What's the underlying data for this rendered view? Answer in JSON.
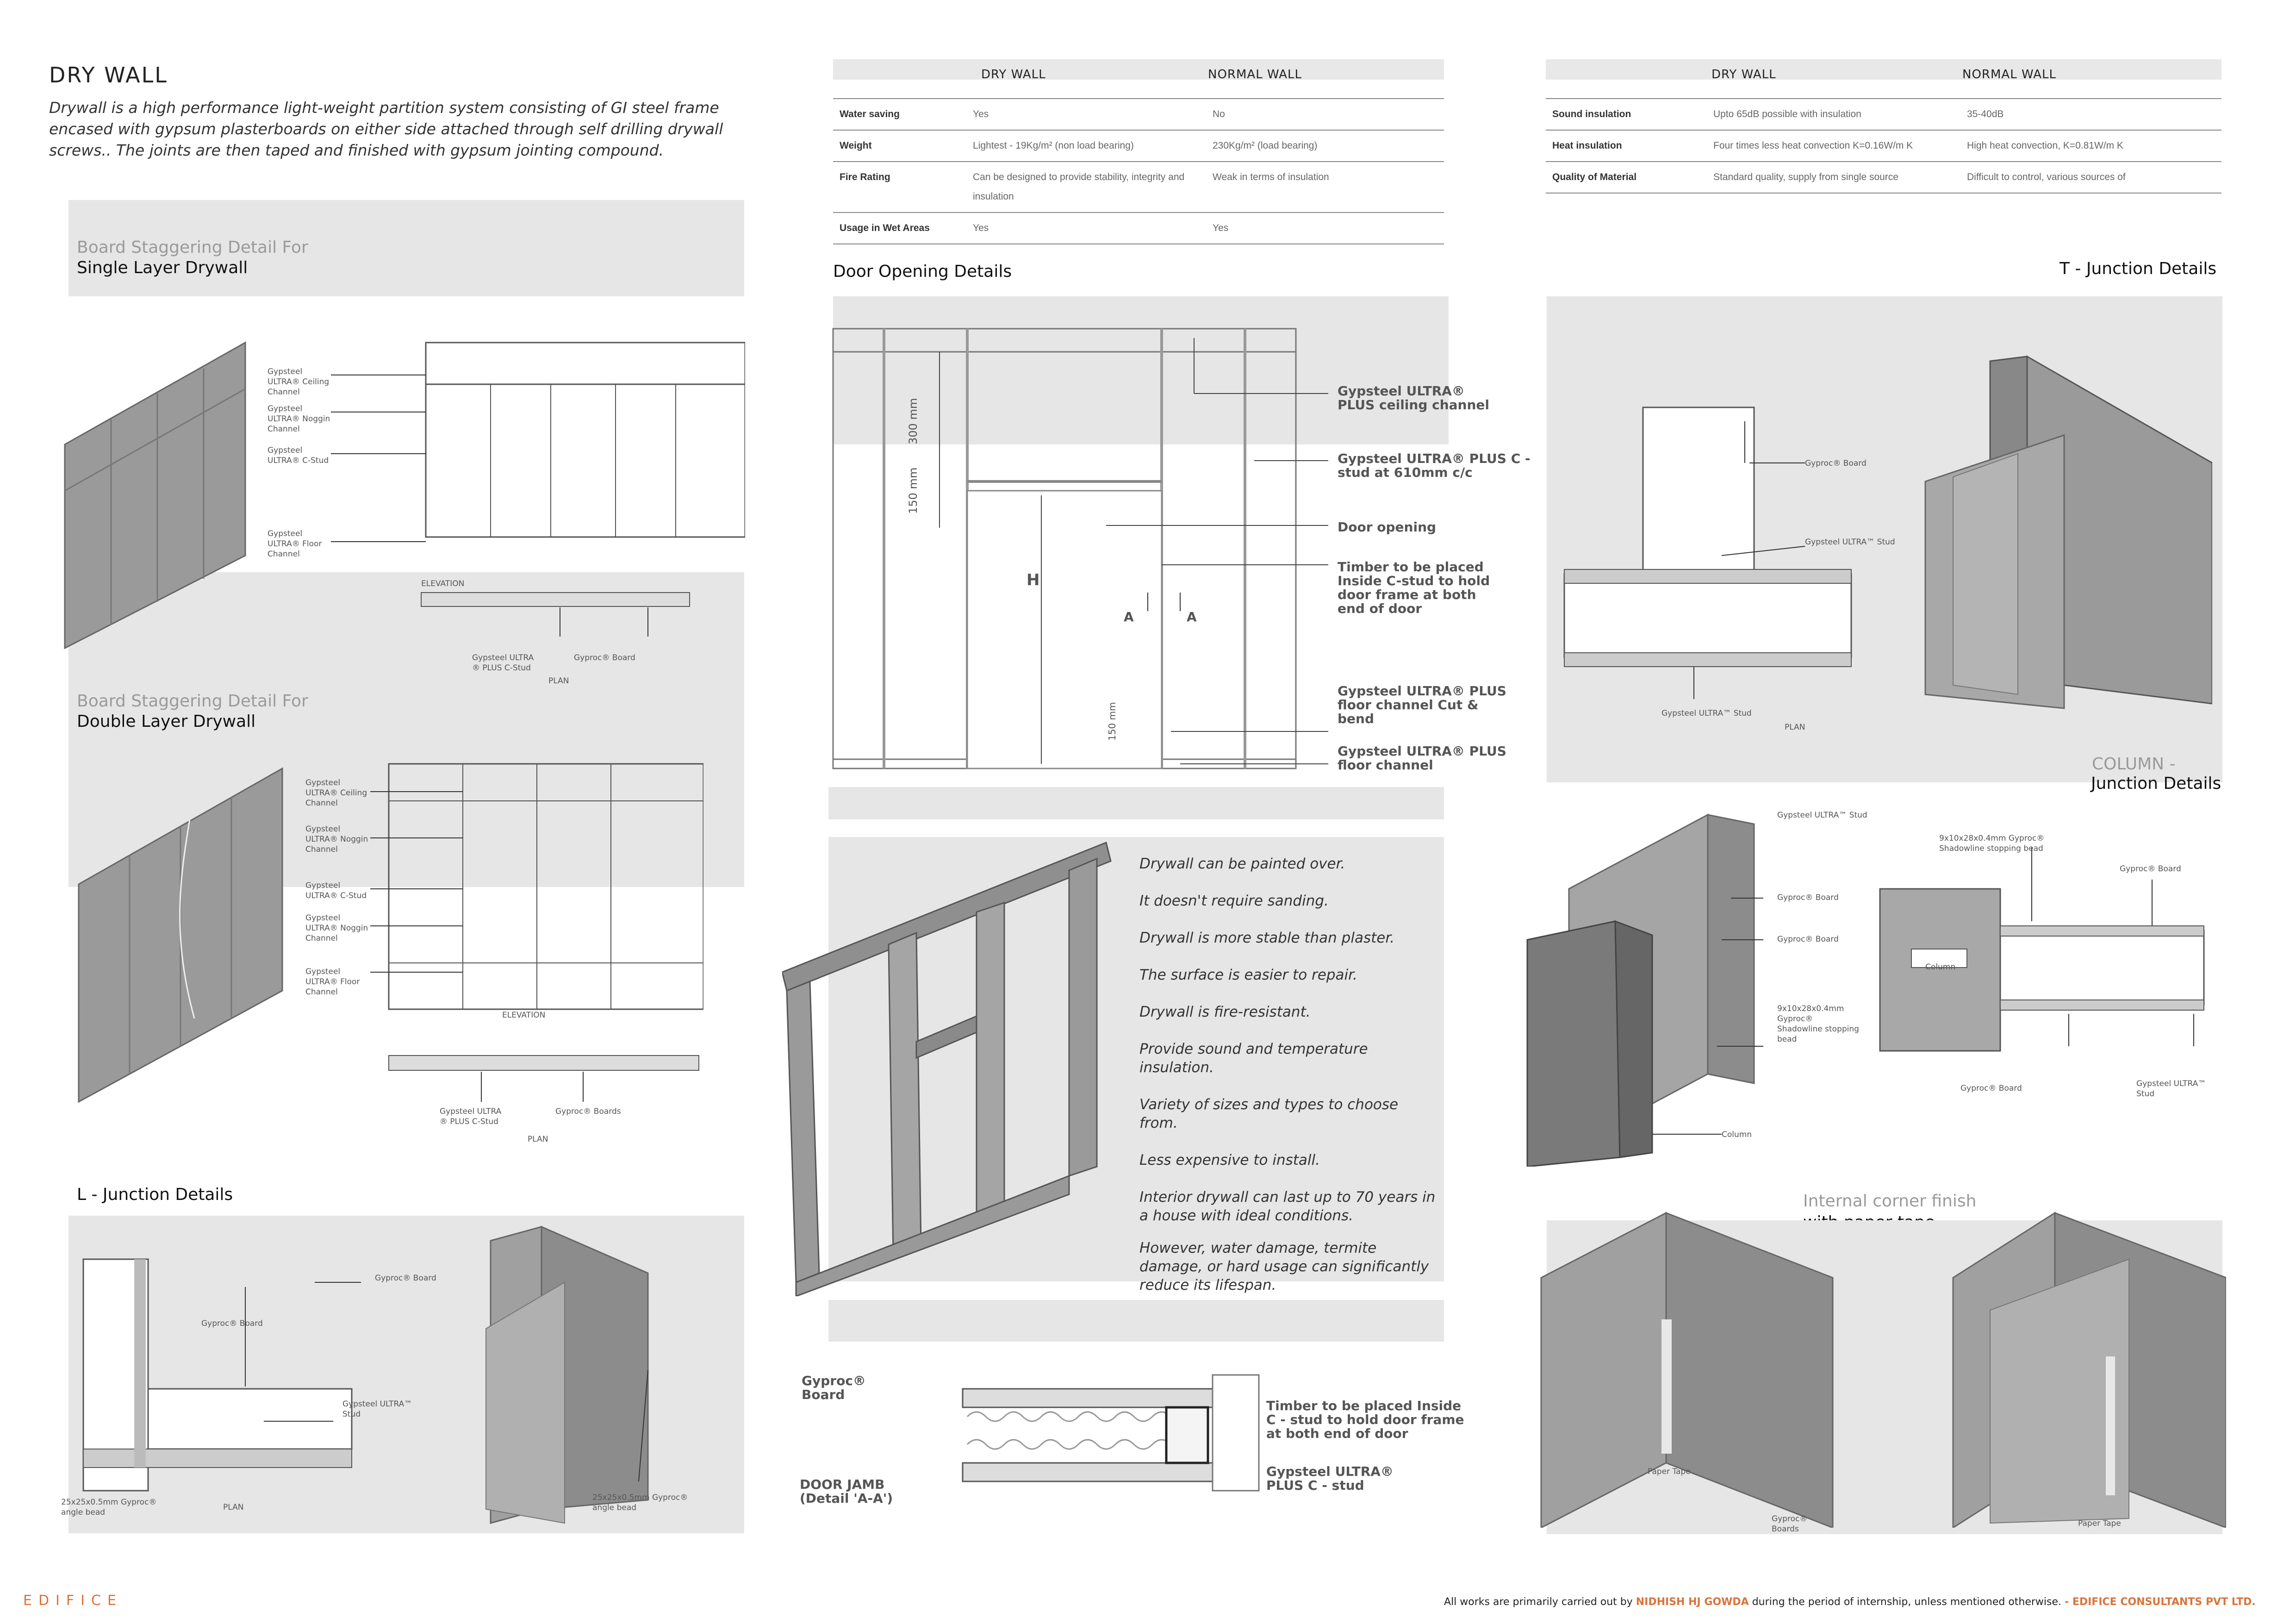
{
  "header": {
    "title": "DRY WALL",
    "intro": "Drywall is a high performance light-weight partition system  consisting of GI steel frame encased with gypsum plasterboards on either side attached through self drilling drywall screws.. The joints are then taped and finished with gypsum jointing compound."
  },
  "table1": {
    "col1": "DRY WALL",
    "col2": "NORMAL WALL",
    "rows": [
      {
        "k": "Water saving",
        "a": "Yes",
        "b": "No"
      },
      {
        "k": "Weight",
        "a": "Lightest - 19Kg/m² (non load bearing)",
        "b": "230Kg/m² (load bearing)"
      },
      {
        "k": "Fire Rating",
        "a": "Can be designed to provide stability, integrity and insulation",
        "b": "Weak in terms of insulation"
      },
      {
        "k": "Usage in Wet Areas",
        "a": "Yes",
        "b": "Yes"
      }
    ]
  },
  "table2": {
    "col1": "DRY WALL",
    "col2": "NORMAL WALL",
    "rows": [
      {
        "k": "Sound insulation",
        "a": "Upto 65dB possible with insulation",
        "b": "35-40dB"
      },
      {
        "k": "Heat insulation",
        "a": "Four times less heat convection K=0.16W/m K",
        "b": "High heat convection, K=0.81W/m K"
      },
      {
        "k": "Quality of Material",
        "a": "Standard quality, supply from single source",
        "b": "Difficult to control, various sources of"
      }
    ]
  },
  "sections": {
    "single_pre": "Board Staggering Detail For",
    "single": "Single Layer Drywall",
    "double_pre": "Board Staggering Detail For",
    "double": "Double Layer Drywall",
    "l_junction": "L - Junction Details",
    "door_opening": "Door Opening Details",
    "t_junction": "T - Junction Details",
    "column_pre": "COLUMN -",
    "column": "Junction Details",
    "corner_pre": "Internal corner finish",
    "corner": "with paper tape"
  },
  "single_labels": {
    "ceiling": "Gypsteel ULTRA® Ceiling Channel",
    "noggin": "Gypsteel ULTRA® Noggin Channel",
    "cstud": "Gypsteel ULTRA® C-Stud",
    "floor": "Gypsteel ULTRA® Floor Channel",
    "elevation": "ELEVATION",
    "plan_stud": "Gypsteel ULTRA ® PLUS C-Stud",
    "plan_board": "Gyproc® Board",
    "plan": "PLAN"
  },
  "double_labels": {
    "ceiling": "Gypsteel ULTRA® Ceiling Channel",
    "noggin1": "Gypsteel ULTRA® Noggin Channel",
    "cstud": "Gypsteel ULTRA® C-Stud",
    "noggin2": "Gypsteel ULTRA® Noggin Channel",
    "floor": "Gypsteel ULTRA® Floor Channel",
    "elevation": "ELEVATION",
    "plan_stud": "Gypsteel ULTRA ® PLUS C-Stud",
    "plan_board": "Gyproc® Boards",
    "plan": "PLAN"
  },
  "l_labels": {
    "board1": "Gyproc® Board",
    "board2": "Gyproc® Board",
    "stud": "Gypsteel ULTRA™ Stud",
    "bead1": "25x25x0.5mm Gyproc® angle bead",
    "plan": "PLAN",
    "bead2": "25x25x0.5mm Gyproc® angle bead"
  },
  "door_labels": {
    "ceiling": "Gypsteel ULTRA® PLUS ceiling channel",
    "stud": "Gypsteel ULTRA® PLUS C - stud at 610mm c/c",
    "opening": "Door opening",
    "timber": "Timber to be  placed Inside C-stud to hold door frame at both end of door",
    "cut": "Gypsteel ULTRA® PLUS floor channel Cut & bend",
    "floor": "Gypsteel ULTRA® PLUS floor channel",
    "dim300": "300 mm",
    "dim150": "150 mm",
    "dim150b": "150 mm",
    "h": "H",
    "a1": "A",
    "a2": "A"
  },
  "benefits": [
    "Drywall can be painted over.",
    "It doesn't require sanding.",
    "Drywall is more stable than plaster.",
    "The surface is easier to repair.",
    "Drywall is fire-resistant.",
    "Provide sound and temperature insulation.",
    "Variety of sizes and types to choose from.",
    "Less expensive to install.",
    "Interior drywall can last up to 70 years in a house with ideal conditions.",
    "However, water damage, termite damage, or hard usage can significantly reduce its lifespan."
  ],
  "jamb_labels": {
    "board": "Gyproc® Board",
    "title": "DOOR JAMB (Detail 'A-A')",
    "timber": "Timber to be  placed Inside C - stud to hold  door frame at both end of door",
    "stud": "Gypsteel ULTRA® PLUS C - stud"
  },
  "t_labels": {
    "board": "Gyproc® Board",
    "stud1": "Gypsteel ULTRA™ Stud",
    "stud2": "Gypsteel ULTRA™ Stud",
    "plan": "PLAN"
  },
  "column_labels": {
    "stud": "Gypsteel ULTRA™ Stud",
    "bead_top": "9x10x28x0.4mm Gyproc® Shadowline stopping bead",
    "board_r": "Gyproc® Board",
    "board1": "Gyproc® Board",
    "board2": "Gyproc® Board",
    "bead_left": "9x10x28x0.4mm Gyproc® Shadowline stopping bead",
    "column_tag": "Column",
    "board3": "Gyproc® Board",
    "stud_r": "Gypsteel ULTRA™ Stud",
    "column": "Column"
  },
  "corner_labels": {
    "tape1": "Paper Tape",
    "boards": "Gyproc® Boards",
    "tape2": "Paper Tape"
  },
  "footer": {
    "brand": "EDIFICE",
    "credit_pre": "All works are primarily carried out by",
    "author": "NIDHISH HJ GOWDA",
    "credit_mid": "during the period of internship, unless mentioned otherwise.",
    "company": "- EDIFICE CONSULTANTS PVT LTD."
  },
  "colors": {
    "accent": "#d8743b",
    "panel": "#e6e6e6",
    "wall": "#9a9a9a"
  }
}
